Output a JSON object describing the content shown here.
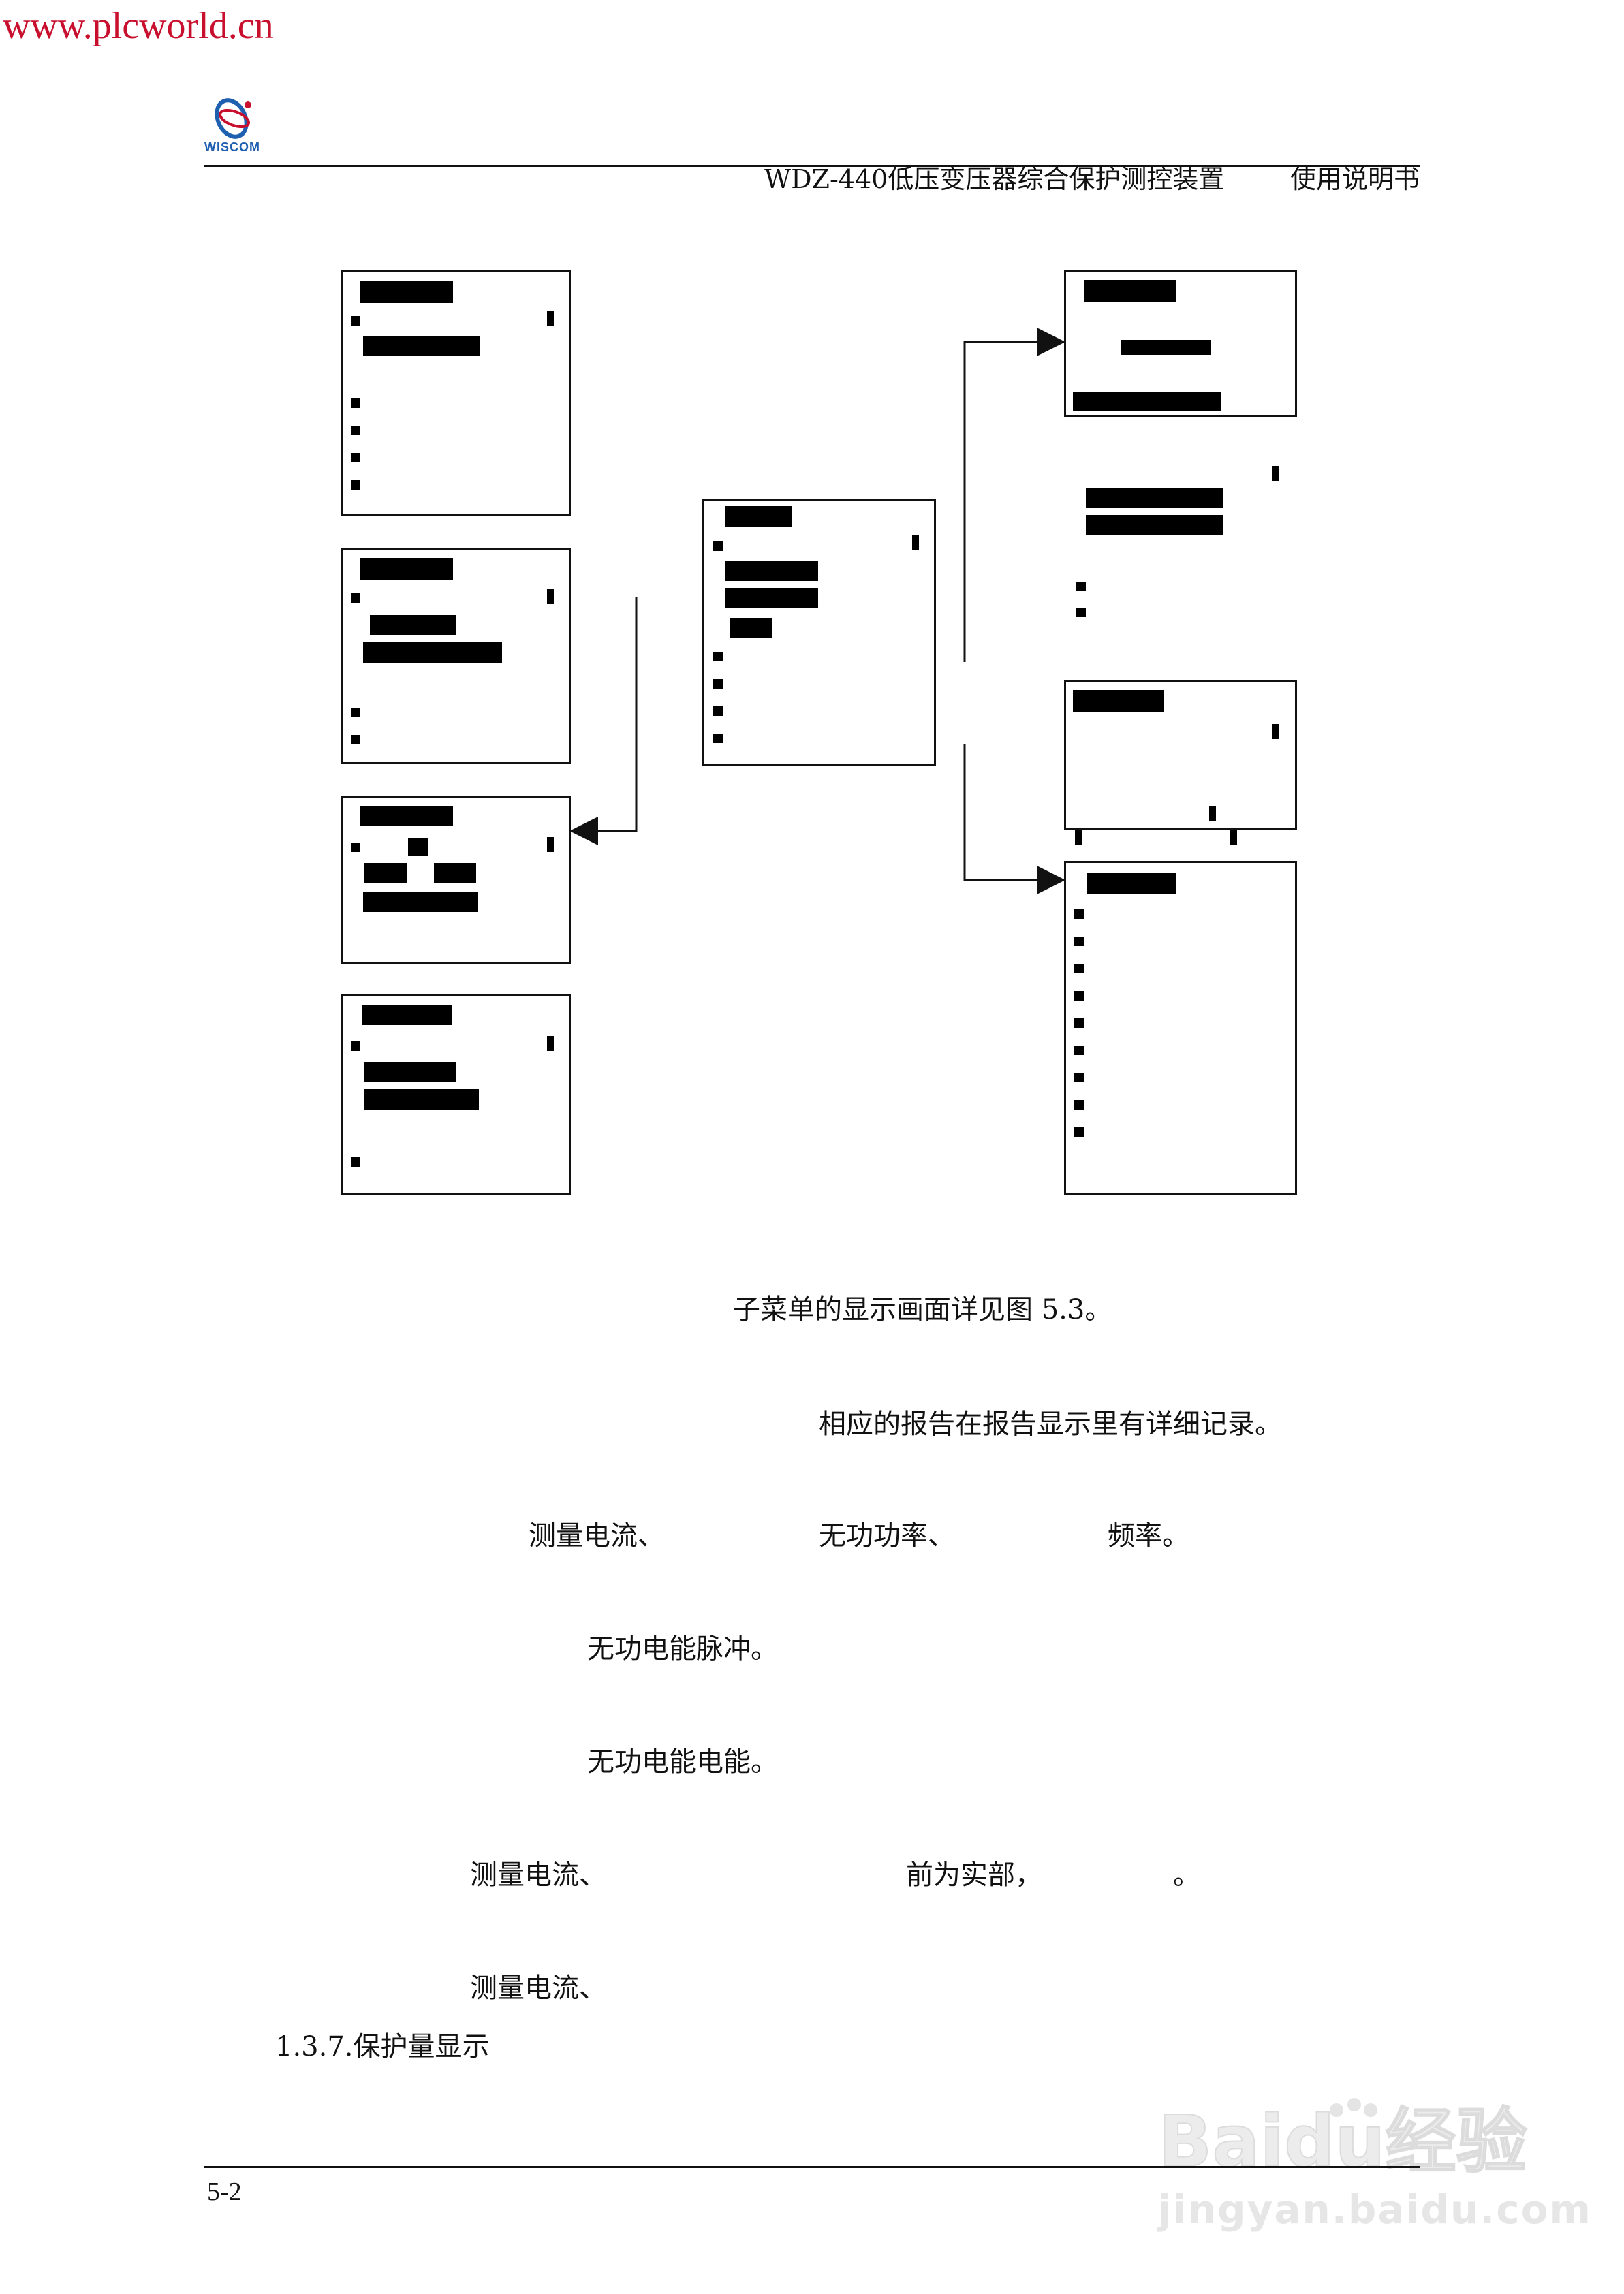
{
  "site_watermark": "www.plcworld.cn",
  "logo": {
    "icon": "wiscom-logo-icon",
    "text": "WISCOM",
    "color": "#1f5fb0"
  },
  "header": {
    "title": "WDZ-440低压变压器综合保护测控装置",
    "manual": "使用说明书"
  },
  "body_lines": [
    "子菜单的显示画面详见图 5.3。",
    "相应的报告在报告显示里有详细记录。",
    "测量电流、",
    "无功功率、",
    "频率。",
    "无功电能脉冲。",
    "无功电能电能。",
    "测量电流、",
    "前为实部，",
    "。",
    "测量电流、",
    "1.3.7.保护量显示"
  ],
  "footer": {
    "page": "5-2"
  },
  "bottom_watermark": {
    "brand": "Baidu经验",
    "url": "jingyan.baidu.com",
    "icon": "baidu-paw-icon"
  },
  "colors": {
    "site": "#c8102e",
    "text": "#111111",
    "watermark": "#e6e6e6"
  }
}
